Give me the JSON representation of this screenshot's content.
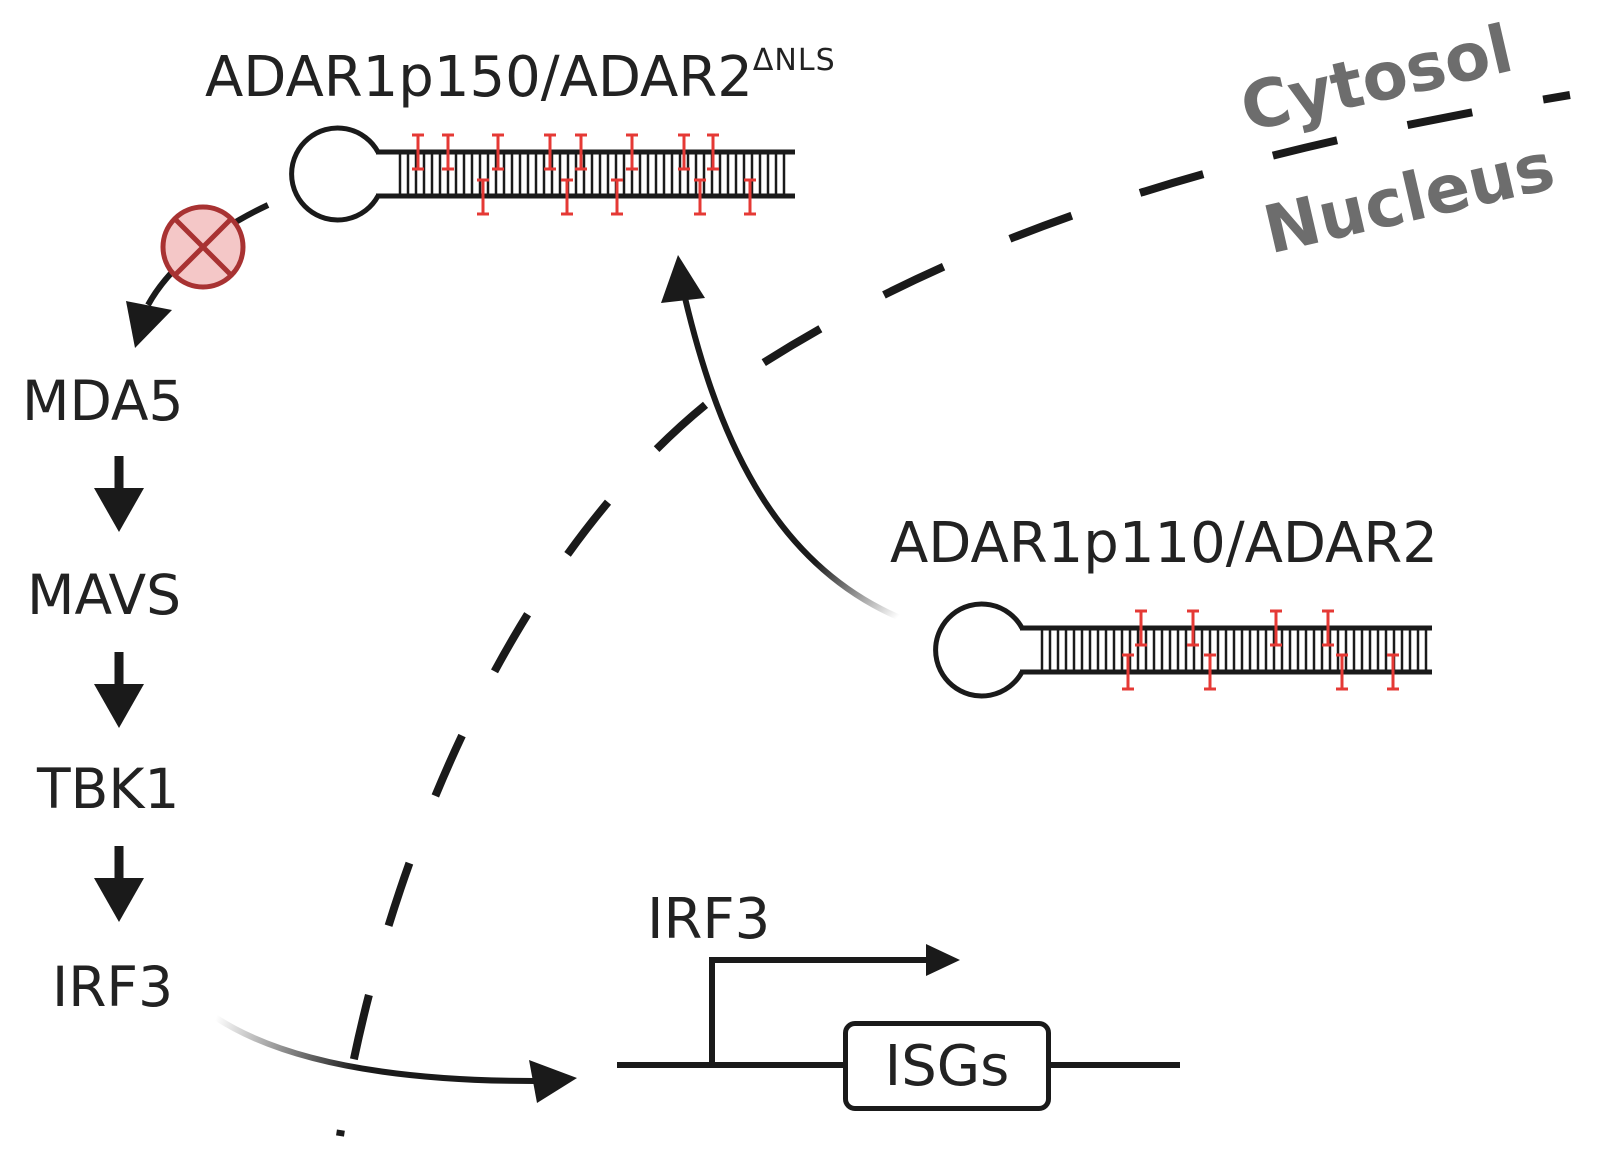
{
  "labels": {
    "top_enzyme": "ADAR1p150/ADAR2",
    "top_enzyme_superscript": "ΔNLS",
    "side_enzyme": "ADAR1p110/ADAR2",
    "pathway": [
      "MDA5",
      "MAVS",
      "TBK1",
      "IRF3"
    ],
    "promoter_factor": "IRF3",
    "gene_box": "ISGs"
  },
  "compartments": {
    "upper": "Cytosol",
    "lower": "Nucleus"
  },
  "colors": {
    "ink": "#1a1a1a",
    "editing_marks": "#e53935",
    "inhibition_fill": "#f4c7c7",
    "inhibition_stroke": "#a83232",
    "compartment_text": "#6d6d6d"
  }
}
